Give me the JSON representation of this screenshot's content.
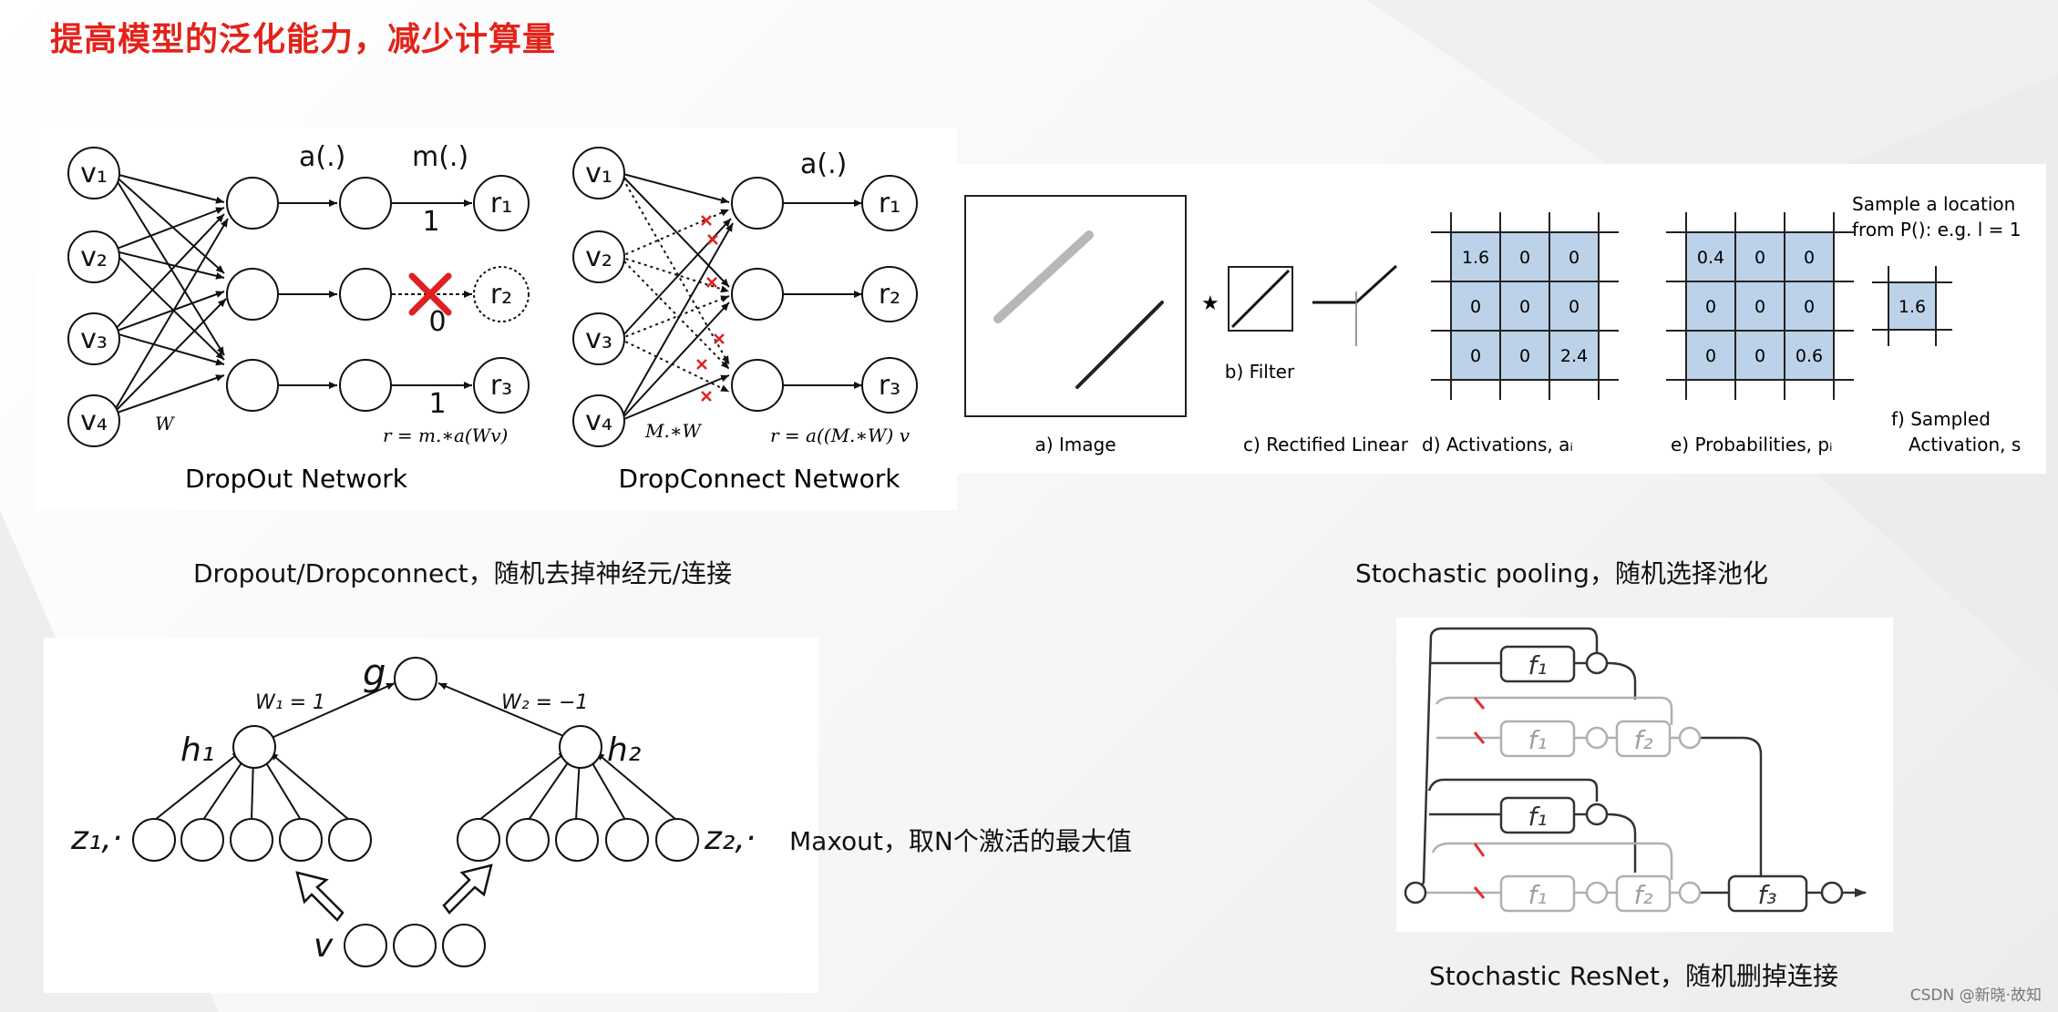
{
  "title": "提高模型的泛化能力，减少计算量",
  "watermark": "CSDN @新晓·故知",
  "dropout_caption": "Dropout/Dropconnect，随机去掉神经元/连接",
  "stochastic_pooling_caption": "Stochastic pooling，随机选择池化",
  "maxout_caption": "Maxout，取N个激活的最大值",
  "resnet_caption": "Stochastic ResNet，随机删掉连接",
  "dropout": {
    "network_title": "DropOut Network",
    "label_a": "a(.)",
    "label_m": "m(.)",
    "v1": "v₁",
    "v2": "v₂",
    "v3": "v₃",
    "v4": "v₄",
    "r1": "r₁",
    "r2": "r₂",
    "r3": "r₃",
    "mask1": "1",
    "mask2": "0",
    "mask3": "1",
    "weight": "W",
    "formula": "r = m.∗a(Wv)"
  },
  "dropconnect": {
    "network_title": "DropConnect Network",
    "label_a": "a(.)",
    "v1": "v₁",
    "v2": "v₂",
    "v3": "v₃",
    "v4": "v₄",
    "r1": "r₁",
    "r2": "r₂",
    "r3": "r₃",
    "mask_label": "M.∗W",
    "formula": "r = a((M.∗W) v"
  },
  "pooling": {
    "image_label": "a) Image",
    "star": "★",
    "filter_label": "b) Filter",
    "relu_label": "c) Rectified Linear",
    "activations_label": "d) Activations, aᵢ",
    "probabilities_label": "e) Probabilities, pᵢ",
    "sampled_label_1": "f) Sampled",
    "sampled_label_2": "Activation, s",
    "sample_note_1": "Sample a location",
    "sample_note_2": "from P(): e.g.  l = 1",
    "activations": [
      [
        "1.6",
        "0",
        "0"
      ],
      [
        "0",
        "0",
        "0"
      ],
      [
        "0",
        "0",
        "2.4"
      ]
    ],
    "probabilities": [
      [
        "0.4",
        "0",
        "0"
      ],
      [
        "0",
        "0",
        "0"
      ],
      [
        "0",
        "0",
        "0.6"
      ]
    ],
    "sampled_value": "1.6",
    "cell_color": "#bcd2e8"
  },
  "maxout": {
    "g": "g",
    "h1": "h₁",
    "h2": "h₂",
    "w1": "W₁ = 1",
    "w2": "W₂ = −1",
    "z1": "z₁,·",
    "z2": "z₂,·",
    "v": "v"
  },
  "resnet": {
    "f1": "f₁",
    "f2": "f₂",
    "f3": "f₃",
    "active_color": "#333333",
    "dropped_color": "#b0b0b0",
    "cut_color": "#e03030"
  }
}
